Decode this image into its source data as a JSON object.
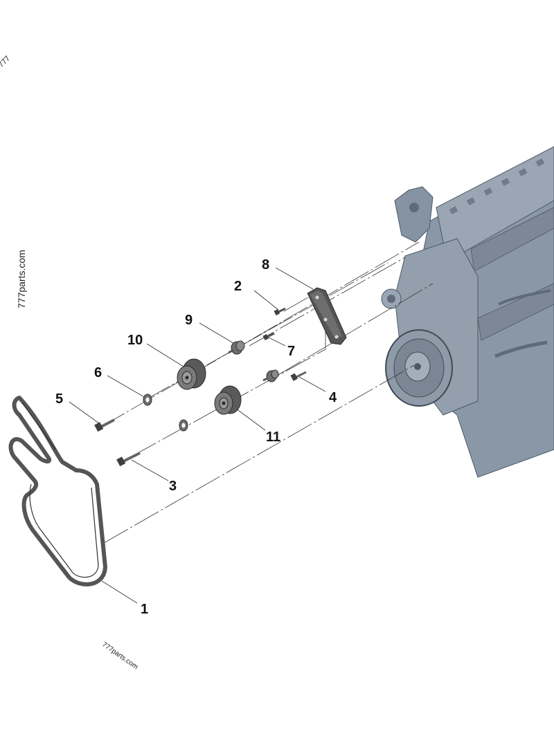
{
  "diagram": {
    "watermarks": {
      "left_vertical": "777parts.com",
      "bottom_left": "777parts.com",
      "top_corner": "777"
    },
    "callouts": [
      {
        "id": "1",
        "label": "1"
      },
      {
        "id": "2",
        "label": "2"
      },
      {
        "id": "3",
        "label": "3"
      },
      {
        "id": "4",
        "label": "4"
      },
      {
        "id": "5",
        "label": "5"
      },
      {
        "id": "6",
        "label": "6"
      },
      {
        "id": "7",
        "label": "7"
      },
      {
        "id": "8",
        "label": "8"
      },
      {
        "id": "9",
        "label": "9"
      },
      {
        "id": "10",
        "label": "10"
      },
      {
        "id": "11",
        "label": "11"
      }
    ],
    "colors": {
      "engine": "#8a97a6",
      "engine_dark": "#5f6b78",
      "part": "#6e6e6e",
      "part_dark": "#3f3f3f",
      "belt": "#555555",
      "leader": "#333333"
    }
  }
}
